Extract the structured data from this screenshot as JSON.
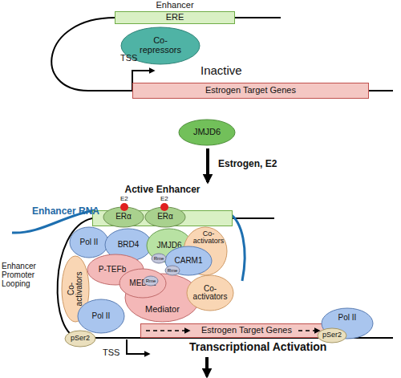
{
  "diagram": {
    "nodes": [
      {
        "text": [
          "Enhancer",
          "ERE"
        ]
      },
      {
        "text": [
          "Co-repressors"
        ]
      },
      {
        "text": [
          "Estrogen Target Genes"
        ]
      },
      {
        "text": [
          "JMJD6"
        ]
      },
      {
        "text": [
          "Active Enhancer"
        ]
      },
      {
        "text": [
          "ERα"
        ]
      },
      {
        "text": [
          "ERα"
        ]
      },
      {
        "text": [
          "Pol II"
        ]
      },
      {
        "text": [
          "BRD4"
        ]
      },
      {
        "text": [
          "JMJD6"
        ]
      },
      {
        "text": [
          "Co-activators"
        ]
      },
      {
        "text": [
          "Co-activators"
        ]
      },
      {
        "text": [
          "P-TEFb"
        ]
      },
      {
        "text": [
          "CARM1"
        ]
      },
      {
        "text": [
          "Rme"
        ]
      },
      {
        "text": [
          "Rme"
        ]
      },
      {
        "text": [
          "Rme"
        ]
      },
      {
        "text": [
          "MED12"
        ]
      },
      {
        "text": [
          "Mediator"
        ]
      },
      {
        "text": [
          "Co-activators"
        ]
      },
      {
        "text": [
          "Pol II"
        ]
      },
      {
        "text": [
          "pSer2"
        ]
      },
      {
        "text": [
          "Estrogen Target Genes"
        ]
      },
      {
        "text": [
          "Pol II"
        ]
      },
      {
        "text": [
          "pSer2"
        ]
      }
    ],
    "edges": [
      {
        "from": 0,
        "to": 2,
        "arrow": "none"
      },
      {
        "from": 3,
        "to": 4,
        "arrow": "to",
        "label": "Estrogen, E2"
      },
      {
        "from": 4,
        "to": 22,
        "arrow": "none",
        "label": "Enhancer Promoter Looping"
      }
    ],
    "labels": [
      "TSS",
      "Inactive",
      "Enhancer RNA",
      "E2",
      "E2",
      "TSS",
      "Transcriptional Activation"
    ]
  }
}
